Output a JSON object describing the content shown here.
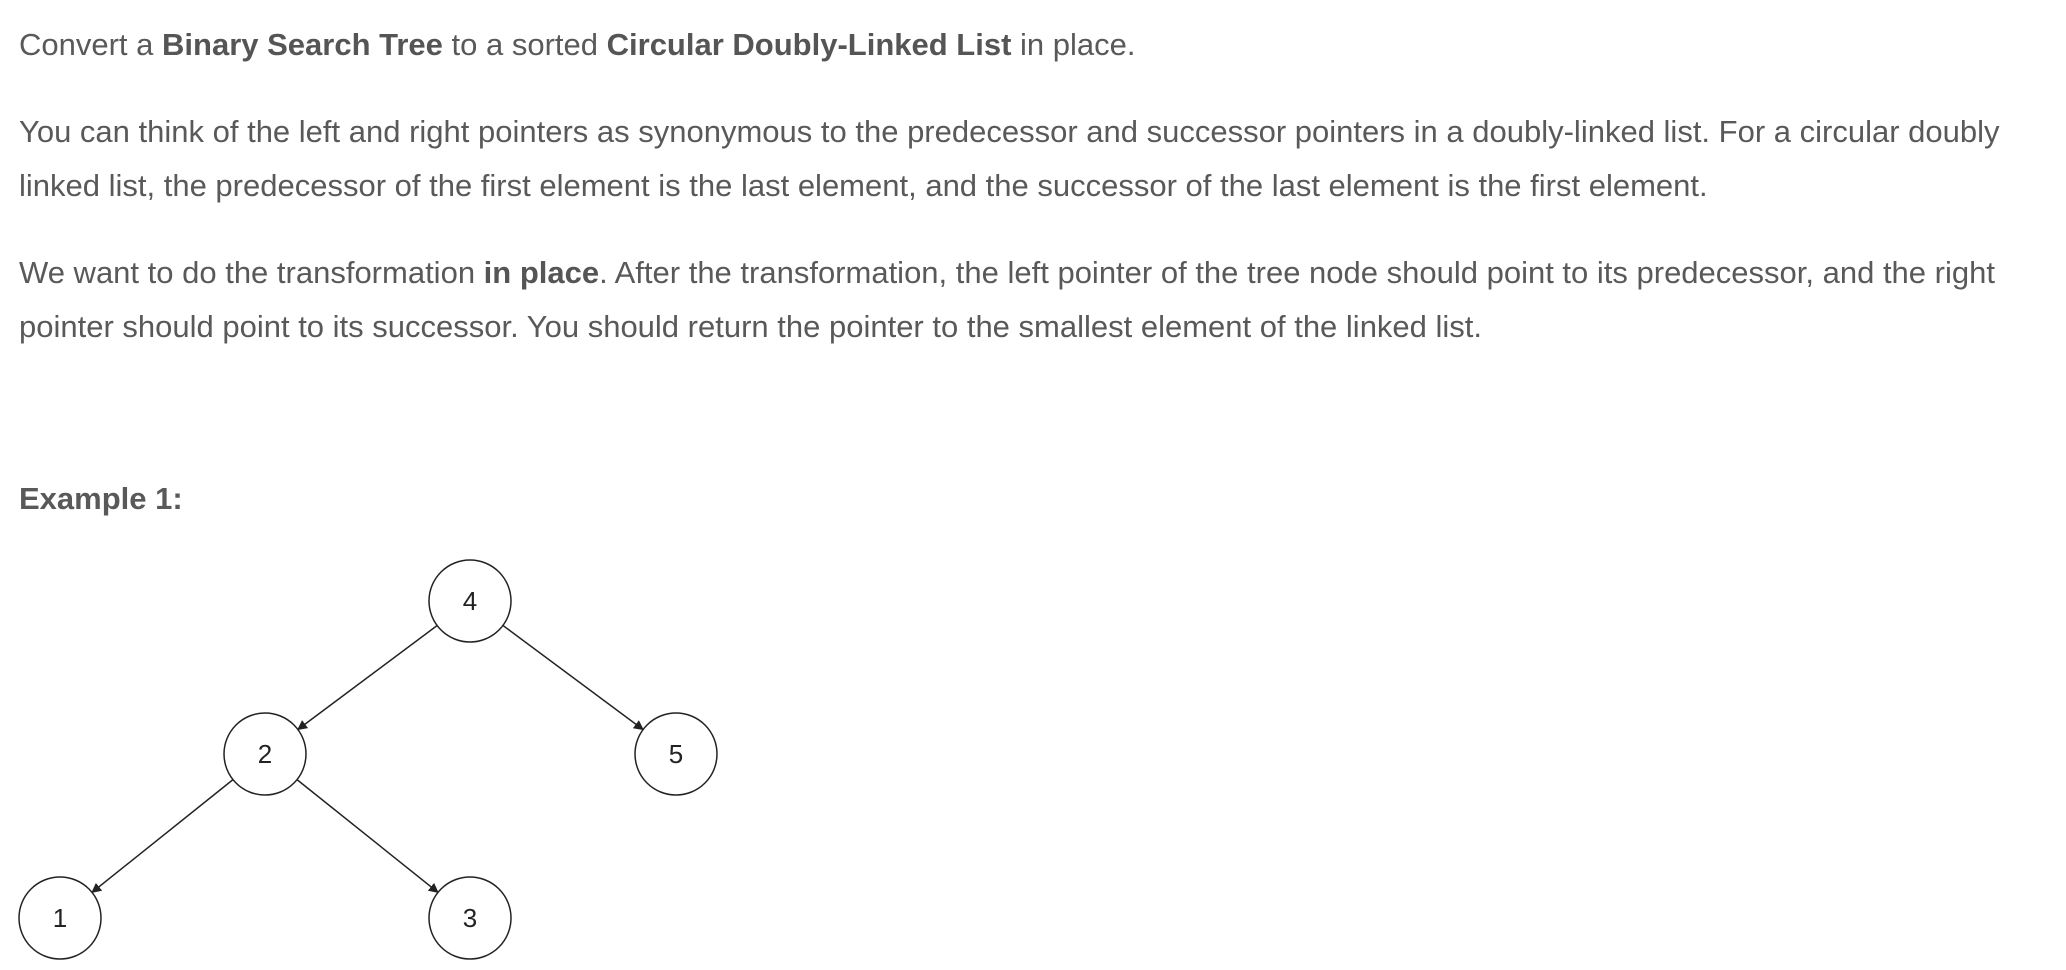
{
  "intro": {
    "part1": "Convert a ",
    "bold1": "Binary Search Tree",
    "part2": " to a sorted ",
    "bold2": "Circular Doubly-Linked List",
    "part3": " in place."
  },
  "paragraph2": "You can think of the left and right pointers as synonymous to the predecessor and successor pointers in a doubly-linked list. For a circular doubly linked list, the predecessor of the first element is the last element, and the successor of the last element is the first element.",
  "paragraph3": {
    "part1": "We want to do the transformation ",
    "bold": "in place",
    "part2": ". After the transformation, the left pointer of the tree node should point to its predecessor, and the right pointer should point to its successor. You should return the pointer to the smallest element of the linked list."
  },
  "example": {
    "heading": "Example 1:",
    "tree_nodes": [
      "4",
      "2",
      "5",
      "1",
      "3"
    ],
    "tree_edges": [
      [
        "4",
        "2"
      ],
      [
        "4",
        "5"
      ],
      [
        "2",
        "1"
      ],
      [
        "2",
        "3"
      ]
    ]
  }
}
